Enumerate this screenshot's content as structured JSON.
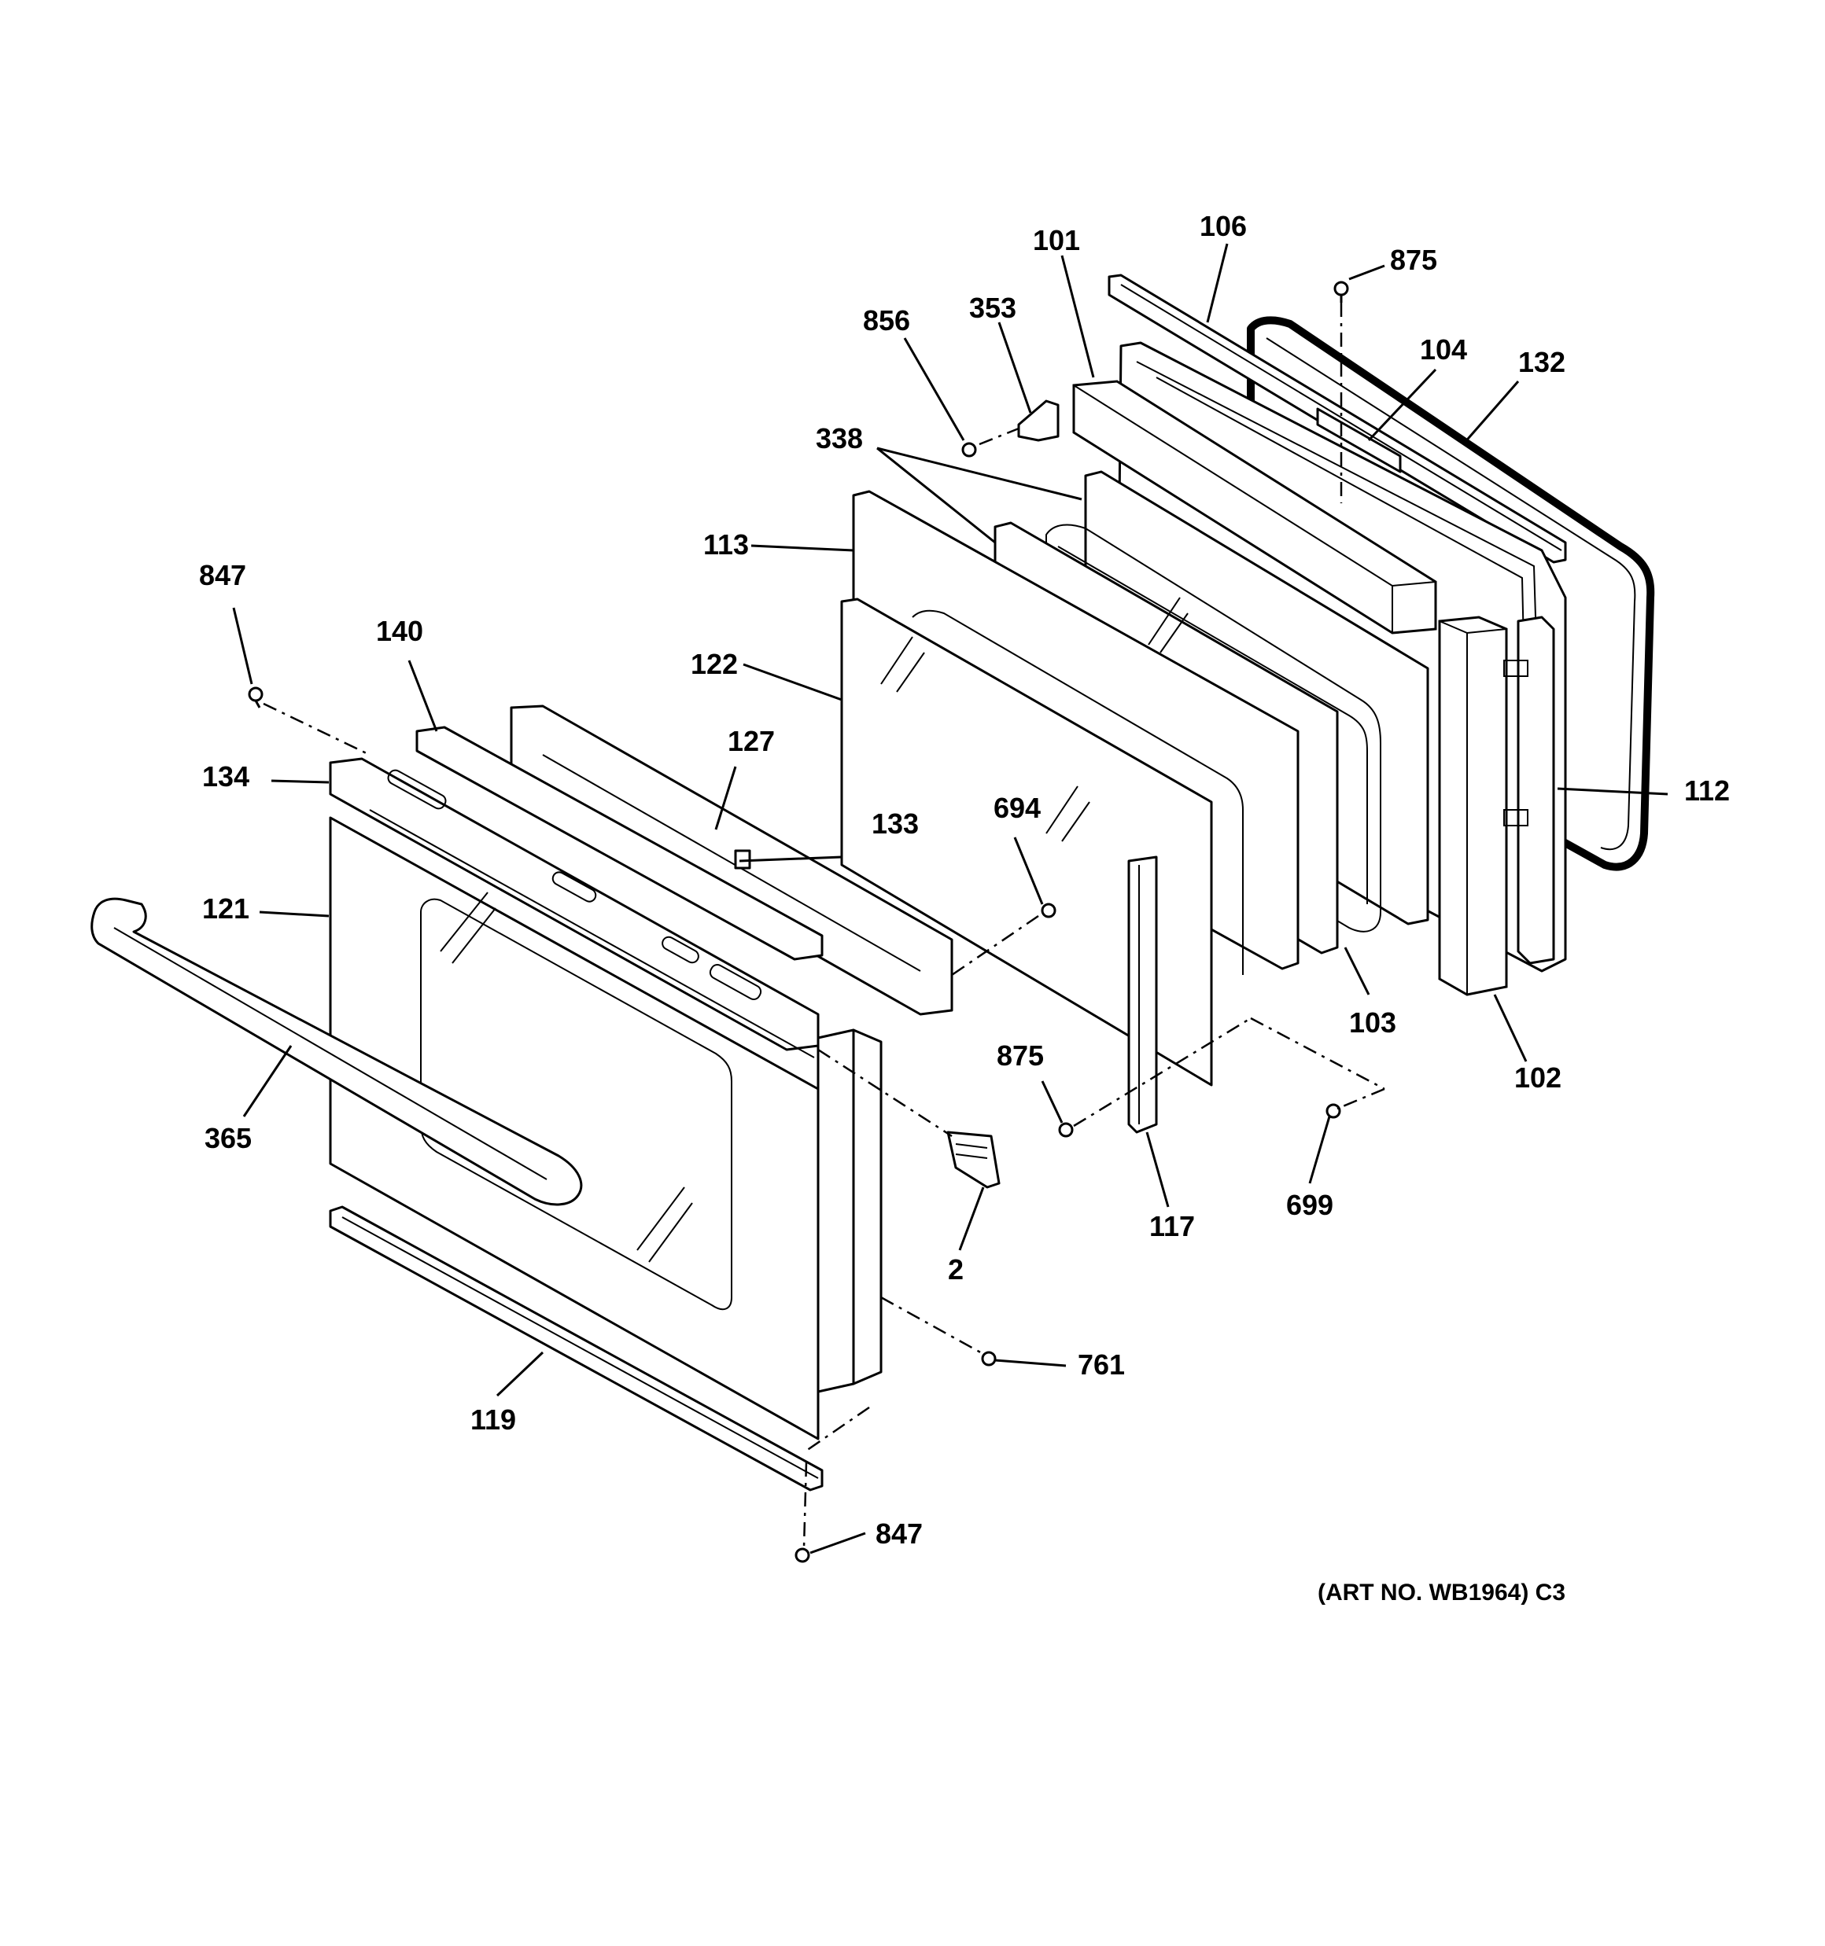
{
  "diagram": {
    "art_number": "(ART NO. WB1964) C3",
    "callouts": {
      "c106": "106",
      "c101": "101",
      "c875_top": "875",
      "c856": "856",
      "c353": "353",
      "c104": "104",
      "c132": "132",
      "c338": "338",
      "c113": "113",
      "c847_top": "847",
      "c140": "140",
      "c122": "122",
      "c127": "127",
      "c134": "134",
      "c133": "133",
      "c694": "694",
      "c112": "112",
      "c121": "121",
      "c103": "103",
      "c875_mid": "875",
      "c102": "102",
      "c365": "365",
      "c699": "699",
      "c117": "117",
      "c2": "2",
      "c761": "761",
      "c119": "119",
      "c847_bottom": "847"
    }
  }
}
